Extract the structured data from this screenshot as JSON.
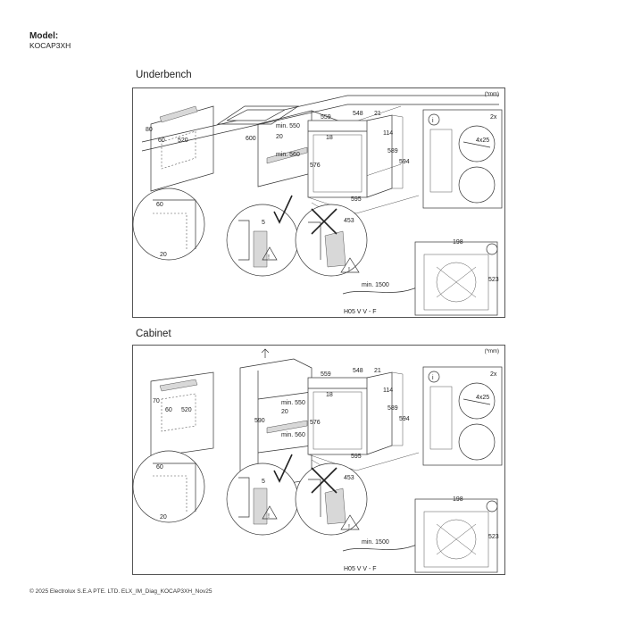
{
  "header": {
    "model_label": "Model:",
    "model_code": "KOCAP3XH"
  },
  "sections": [
    {
      "title": "Underbench",
      "unit_note": "(*mm)",
      "dims": {
        "top_80": "80",
        "top_60": "60",
        "top_520": "520",
        "niche_600": "600",
        "niche_min550": "min. 550",
        "niche_20": "20",
        "niche_min560": "min. 560",
        "oven_559": "559",
        "oven_548": "548",
        "oven_21": "21",
        "oven_18": "18",
        "oven_576": "576",
        "oven_114": "114",
        "oven_589": "589",
        "oven_594": "594",
        "oven_595": "595",
        "oven_453": "453",
        "detail_60": "60",
        "detail_20": "20",
        "gap_5": "5",
        "screw_count": "2x",
        "screw_size": "4x25",
        "front_198": "198",
        "front_523": "523",
        "cable_len": "min. 1500",
        "cable_type": "H05 V V - F"
      }
    },
    {
      "title": "Cabinet",
      "unit_note": "(*mm)",
      "dims": {
        "top_70": "70",
        "top_60": "60",
        "top_520": "520",
        "niche_590": "590",
        "niche_min550": "min. 550",
        "niche_20": "20",
        "niche_min560": "min. 560",
        "oven_559": "559",
        "oven_548": "548",
        "oven_21": "21",
        "oven_18": "18",
        "oven_576": "576",
        "oven_114": "114",
        "oven_589": "589",
        "oven_594": "594",
        "oven_595": "595",
        "oven_453": "453",
        "detail_60": "60",
        "detail_20": "20",
        "gap_5": "5",
        "screw_count": "2x",
        "screw_size": "4x25",
        "front_198": "198",
        "front_523": "523",
        "cable_len": "min. 1500",
        "cable_type": "H05 V V - F"
      }
    }
  ],
  "footer": "© 2025 Electrolux S.E.A PTE. LTD. ELX_IM_Diag_KOCAP3XH_Nov25"
}
